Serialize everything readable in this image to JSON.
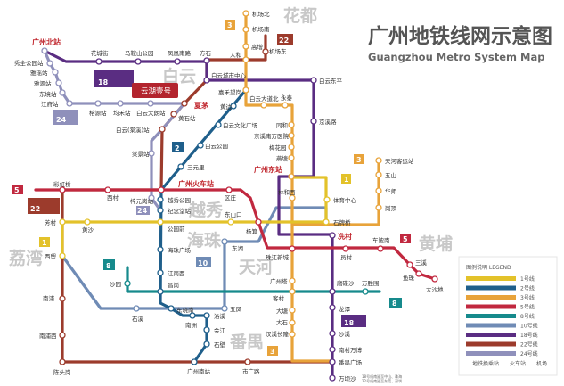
{
  "title": "广州地铁线网示意图",
  "subtitle": "Guangzhou Metro System Map",
  "districts": [
    "花都",
    "白云",
    "越秀",
    "海珠",
    "天河",
    "番禺",
    "黄埔",
    "荔湾"
  ],
  "promo": "云湖壹号",
  "badges": {
    "l18": "18",
    "l24": "24",
    "l2": "2",
    "l5": "5",
    "l22": "22",
    "l1": "1",
    "l8": "8",
    "l10": "10",
    "l3": "3"
  },
  "colors": {
    "l1": "#e3c22a",
    "l2": "#1f5f8b",
    "l3": "#e8a33a",
    "l5": "#c1283f",
    "l8": "#168a8c",
    "l10": "#6f8bb5",
    "l18": "#5a2d82",
    "l22": "#9c3b2c",
    "l24": "#8f90bb"
  },
  "station_labels": [
    "广州北站",
    "花城街",
    "马鞍山公园",
    "凤凰南路",
    "方石",
    "人和",
    "机场北",
    "机场南",
    "高增",
    "机场东",
    "白云城市中心",
    "白云东平",
    "嘉禾望岗",
    "白云大道北",
    "永泰",
    "黄边",
    "白云文化广场",
    "京溪路",
    "同和",
    "京溪南方医院",
    "梅花园",
    "燕塘",
    "广州东站",
    "白云公园",
    "三元里",
    "秀全公园站",
    "雅瑶站",
    "雅源站",
    "东境站",
    "江府站",
    "榕源站",
    "均禾站",
    "白云大朗站",
    "夏茅",
    "黄石站",
    "白云(棠溪)站",
    "棠景站",
    "广州火车站",
    "彩虹桥",
    "西村",
    "梓元岗站",
    "越秀公园",
    "纪念堂站",
    "区庄",
    "东山口",
    "芳村",
    "黄沙",
    "公园前",
    "杨箕",
    "林和西",
    "体育中心",
    "石牌桥",
    "天河客运站",
    "五山",
    "华师",
    "岗顶",
    "冼村",
    "车陂南",
    "员村",
    "三溪",
    "鱼珠",
    "大沙地",
    "珠江新城",
    "东湖",
    "西塱",
    "海珠广场",
    "江南西",
    "沙园",
    "昌岗",
    "东晓南",
    "石溪",
    "南洲",
    "洛溪",
    "会江",
    "石壁",
    "五凤",
    "广州塔",
    "客村",
    "磨碟沙",
    "万胜围",
    "龙潭",
    "大塘",
    "大石",
    "汉溪长隆",
    "沙溪",
    "南村万博",
    "番禺广场",
    "万顷沙",
    "南浦",
    "南浦西",
    "陈头岗",
    "广州南站",
    "市广路"
  ],
  "note": [
    "18号线南延至中山、珠海",
    "22号线南延至东莞、深圳"
  ],
  "legend": {
    "title": "图例说明  LEGEND",
    "items": [
      "1号线",
      "2号线",
      "3号线",
      "5号线",
      "8号线",
      "10号线",
      "18号线",
      "22号线",
      "24号线"
    ],
    "transfer": "地铁换乘站",
    "train": "火车站",
    "airport": "机场"
  }
}
